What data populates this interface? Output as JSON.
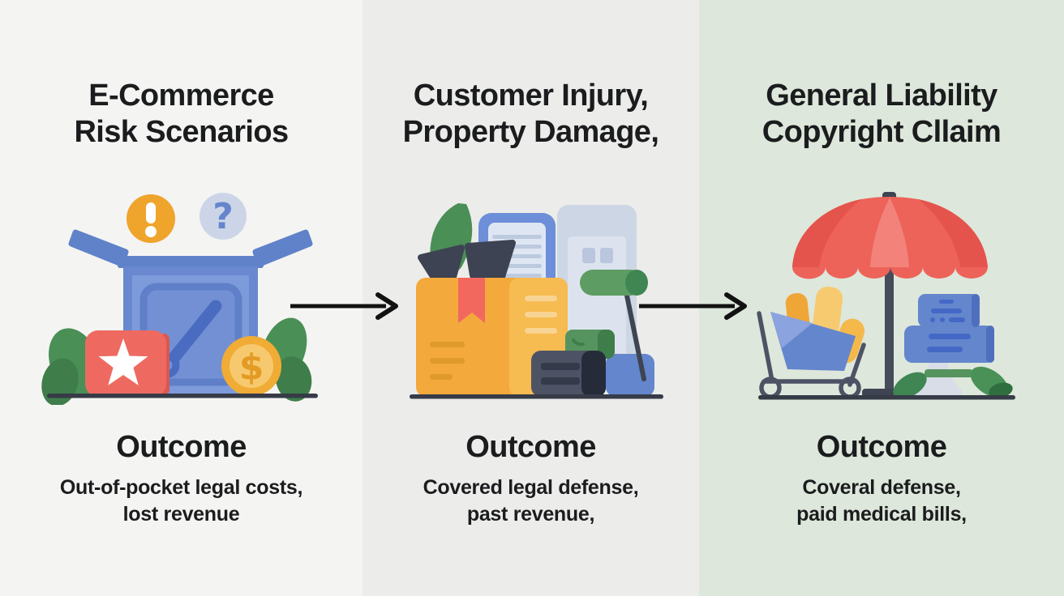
{
  "palette": {
    "panel1_bg": "#f4f4f2",
    "panel2_bg": "#ececea",
    "panel3_bg": "#dde7db",
    "text": "#1b1c1e",
    "arrow": "#121212",
    "ground": "#363b47",
    "blue": "#6486cc",
    "light_blue": "#ccd5e8",
    "orange": "#f3a93b",
    "gold": "#f0ac35",
    "red": "#ee6a60",
    "umbrella_red": "#ed6359",
    "green": "#4a8f56",
    "dark_green": "#3f7d4a",
    "dark_slate": "#3d4352"
  },
  "panels": [
    {
      "title_line1": "E-Commerce",
      "title_line2": "Risk Scenarios",
      "outcome_heading": "Outcome",
      "outcome_line1": "Out-of-pocket legal costs,",
      "outcome_line2": "lost revenue",
      "icons": [
        "alert-circle-icon",
        "question-circle-icon",
        "open-box-icon",
        "star-badge-icon",
        "dollar-coin-icon",
        "leaves-icon"
      ]
    },
    {
      "title_line1": "Customer Injury,",
      "title_line2": "Property Damage,",
      "outcome_heading": "Outcome",
      "outcome_line1": "Covered legal defense,",
      "outcome_line2": "past revenue,",
      "icons": [
        "package-box-icon",
        "ribbon-icon",
        "phone-icon",
        "door-panel-icon",
        "paint-roller-icon",
        "green-case-icon",
        "suitcase-icon",
        "leaf-icon"
      ]
    },
    {
      "title_line1": "General Liability",
      "title_line2": "Copyright Cllaim",
      "outcome_heading": "Outcome",
      "outcome_line1": "Coveral defense,",
      "outcome_line2": "paid medical bills,",
      "icons": [
        "umbrella-icon",
        "shopping-cart-icon",
        "packages-icon",
        "document-stack-icon",
        "pedestal-icon",
        "leaves-icon"
      ]
    }
  ],
  "arrows": [
    "arrow-right-icon",
    "arrow-right-icon"
  ],
  "symbols": {
    "alert": "!",
    "question": "?",
    "dollar": "$"
  }
}
